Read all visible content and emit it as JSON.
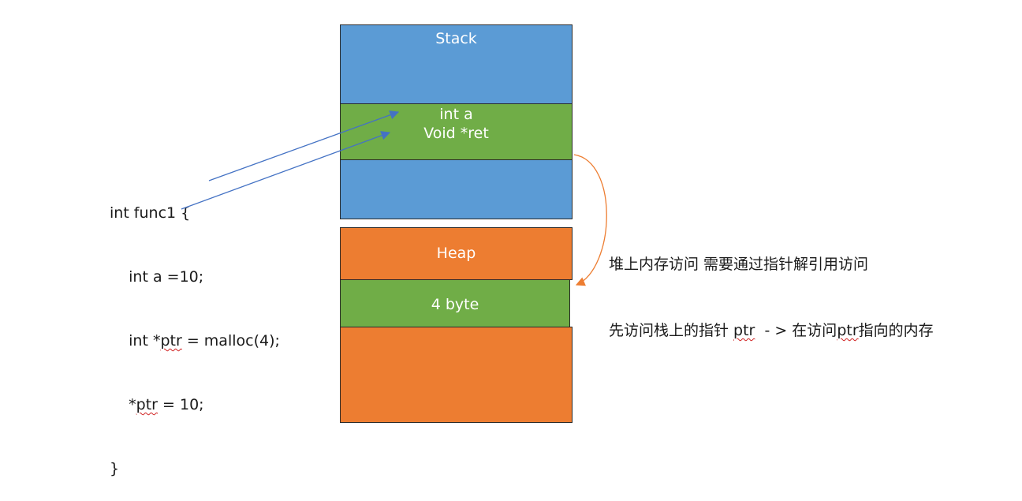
{
  "stack": {
    "label": "Stack",
    "frame_line1": "int a",
    "frame_line2": "Void *ret"
  },
  "heap": {
    "label": "Heap",
    "alloc_label": "4 byte"
  },
  "code": {
    "line1": "int func1 {",
    "line2": "    int a =10;",
    "line3_a": "    int *",
    "line3_b": "ptr",
    "line3_c": " = malloc(4);",
    "line4_a": "    *",
    "line4_b": "ptr",
    "line4_c": " = 10;",
    "line5": "}"
  },
  "note": {
    "line1": "堆上内存访问 需要通过指针解引用访问",
    "line2_a": "先访问栈上的指针 ",
    "line2_b": "ptr",
    "line2_c": "  - > 在访问",
    "line2_d": "ptr",
    "line2_e": "指向的内存"
  },
  "colors": {
    "stack": "#5b9bd5",
    "heap": "#ed7d31",
    "green": "#70ad47",
    "arrow_blue": "#4472c4",
    "arrow_orange": "#ed7d31"
  }
}
